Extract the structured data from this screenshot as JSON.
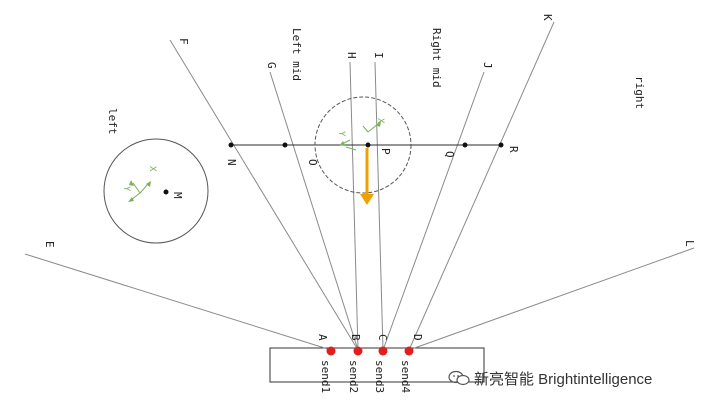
{
  "zones": {
    "left": "left",
    "right": "right",
    "left_mid": "Left mid",
    "right_mid": "Right mid"
  },
  "sensors": {
    "A": "A",
    "B": "B",
    "C": "C",
    "D": "D",
    "send1": "send1",
    "send2": "send2",
    "send3": "send3",
    "send4": "send4"
  },
  "ray_labels": {
    "E": "E",
    "F": "F",
    "G": "G",
    "H": "H",
    "I": "I",
    "J": "J",
    "K": "K",
    "L": "L"
  },
  "line_points": {
    "N": "N",
    "O": "O",
    "P": "P",
    "Q": "Q",
    "R": "R"
  },
  "objects": {
    "M": "M",
    "axis_x": "X",
    "axis_y": "Y"
  },
  "watermark": "新亮智能 Brightintelligence",
  "colors": {
    "sensor": "#e02020",
    "arrow": "#f0a000",
    "axis": "#7ab05a",
    "ray": "#8a8a8a"
  }
}
